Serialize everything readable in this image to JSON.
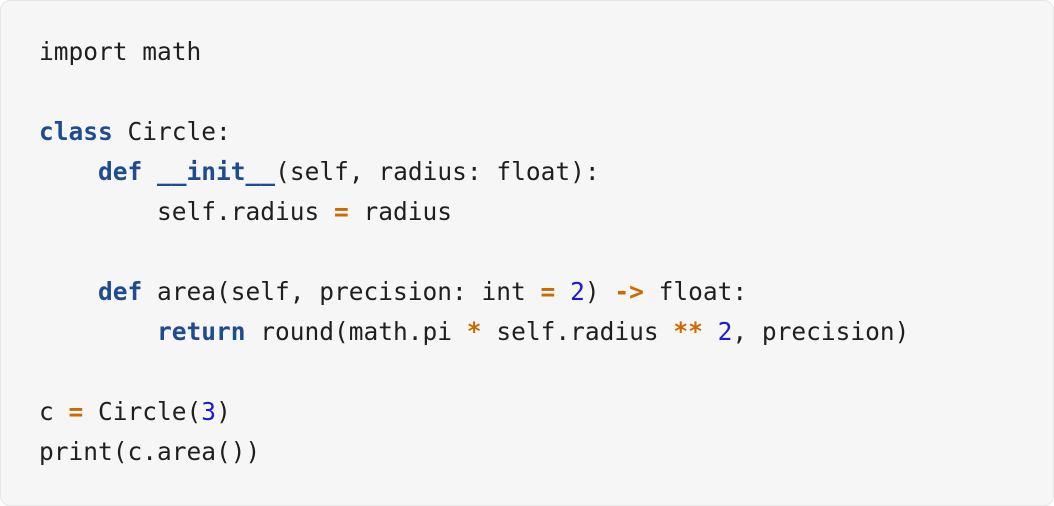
{
  "theme": {
    "background": "#f6f6f6",
    "text": "#1f1f1f",
    "keyword": "#1f4b8f",
    "operator": "#cc6a00",
    "number": "#1a1ad6"
  },
  "code": {
    "language": "python",
    "lines": [
      [
        {
          "t": "plain",
          "v": "import math"
        }
      ],
      [],
      [
        {
          "t": "kw",
          "v": "class"
        },
        {
          "t": "plain",
          "v": " Circle:"
        }
      ],
      [
        {
          "t": "plain",
          "v": "    "
        },
        {
          "t": "kw",
          "v": "def"
        },
        {
          "t": "plain",
          "v": " "
        },
        {
          "t": "kw",
          "v": "__init__"
        },
        {
          "t": "plain",
          "v": "(self, radius: float):"
        }
      ],
      [
        {
          "t": "plain",
          "v": "        self.radius "
        },
        {
          "t": "op",
          "v": "="
        },
        {
          "t": "plain",
          "v": " radius"
        }
      ],
      [],
      [
        {
          "t": "plain",
          "v": "    "
        },
        {
          "t": "kw",
          "v": "def"
        },
        {
          "t": "plain",
          "v": " area(self, precision: int "
        },
        {
          "t": "op",
          "v": "="
        },
        {
          "t": "plain",
          "v": " "
        },
        {
          "t": "num",
          "v": "2"
        },
        {
          "t": "plain",
          "v": ") "
        },
        {
          "t": "op",
          "v": "->"
        },
        {
          "t": "plain",
          "v": " float:"
        }
      ],
      [
        {
          "t": "plain",
          "v": "        "
        },
        {
          "t": "kw",
          "v": "return"
        },
        {
          "t": "plain",
          "v": " round(math.pi "
        },
        {
          "t": "op",
          "v": "*"
        },
        {
          "t": "plain",
          "v": " self.radius "
        },
        {
          "t": "op",
          "v": "**"
        },
        {
          "t": "plain",
          "v": " "
        },
        {
          "t": "num",
          "v": "2"
        },
        {
          "t": "plain",
          "v": ", precision)"
        }
      ],
      [],
      [
        {
          "t": "plain",
          "v": "c "
        },
        {
          "t": "op",
          "v": "="
        },
        {
          "t": "plain",
          "v": " Circle("
        },
        {
          "t": "num",
          "v": "3"
        },
        {
          "t": "plain",
          "v": ")"
        }
      ],
      [
        {
          "t": "plain",
          "v": "print(c.area())"
        }
      ]
    ]
  }
}
